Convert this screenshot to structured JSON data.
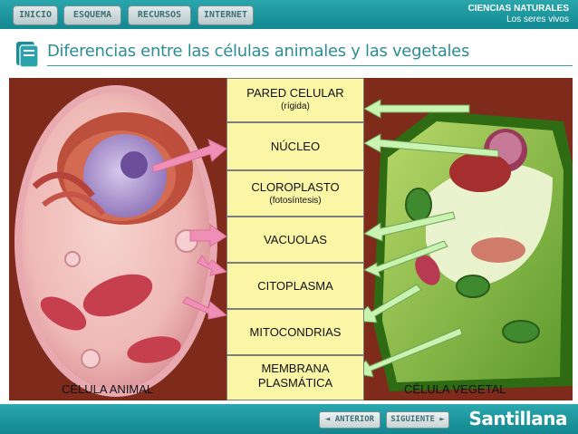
{
  "nav": {
    "buttons": [
      "INICIO",
      "ESQUEMA",
      "RECURSOS",
      "INTERNET"
    ]
  },
  "subject": {
    "area": "CIENCIAS NATURALES",
    "unit": "Los seres vivos"
  },
  "page": {
    "title": "Diferencias entre las células animales y las vegetales"
  },
  "figure": {
    "left_label": "CÉLULA ANIMAL",
    "right_label": "CÉLULA VEGETAL",
    "structures": [
      {
        "name": "PARED CELULAR",
        "note": "(rígida)"
      },
      {
        "name": "NÚCLEO",
        "note": ""
      },
      {
        "name": "CLOROPLASTO",
        "note": "(fotosíntesis)"
      },
      {
        "name": "VACUOLAS",
        "note": ""
      },
      {
        "name": "CITOPLASMA",
        "note": ""
      },
      {
        "name": "MITOCONDRIAS",
        "note": ""
      },
      {
        "name": "MEMBRANA\nPLASMÁTICA",
        "note": ""
      }
    ]
  },
  "footer": {
    "prev": "◄ ANTERIOR",
    "next": "SIGUIENTE ►",
    "brand": "Santillana"
  },
  "colors": {
    "teal": "#1a96a0",
    "label_box": "#fbf5a6",
    "animal_arrow": "#f08fb5",
    "plant_arrow": "#c9f3b0"
  }
}
